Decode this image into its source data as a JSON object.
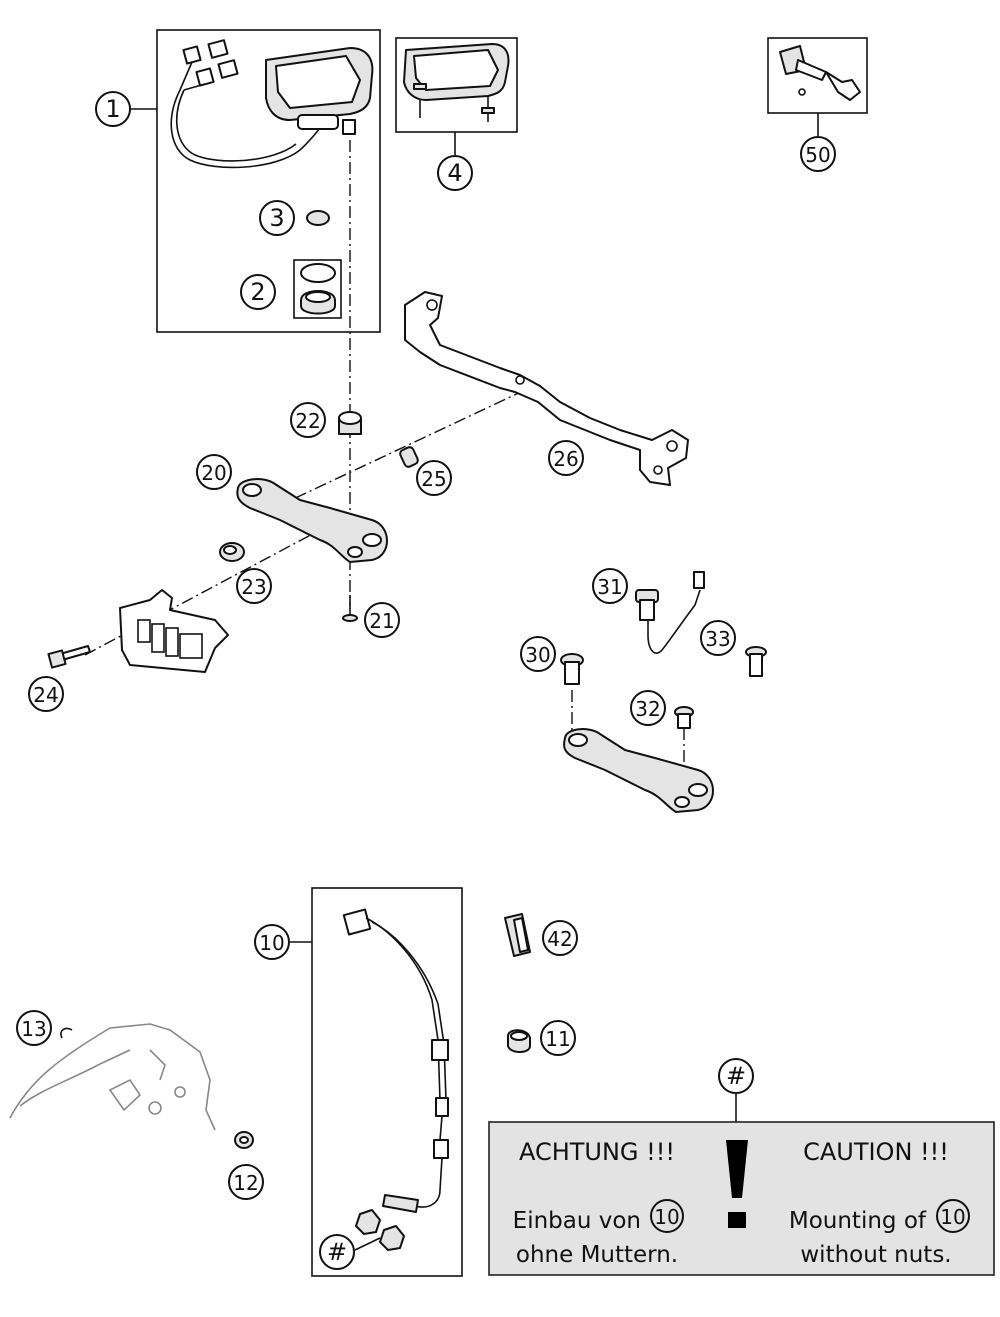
{
  "callouts": {
    "c1": "1",
    "c2": "2",
    "c3": "3",
    "c4": "4",
    "c50": "50",
    "c22": "22",
    "c20": "20",
    "c25": "25",
    "c26": "26",
    "c23": "23",
    "c21": "21",
    "c24": "24",
    "c31": "31",
    "c30": "30",
    "c33": "33",
    "c32": "32",
    "c10": "10",
    "c42": "42",
    "c13": "13",
    "c11": "11",
    "c12": "12",
    "hash_top": "#",
    "hash_bottom": "#"
  },
  "caution_box": {
    "german_title": "ACHTUNG !!!",
    "english_title": "CAUTION !!!",
    "exclamation": "!",
    "german_line1": "Einbau von",
    "german_ref": "10",
    "german_line2": "ohne Muttern.",
    "english_line1": "Mounting of",
    "english_ref": "10",
    "english_line2": "without nuts."
  }
}
